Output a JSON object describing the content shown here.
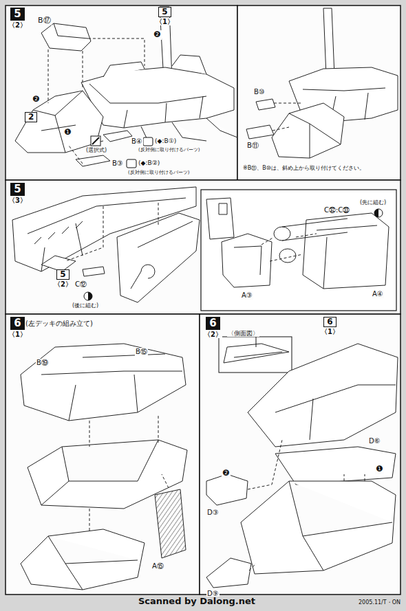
{
  "diagram": {
    "nodes": [
      {
        "text": [
          "5",
          "〈2〉"
        ]
      },
      {
        "text": [
          "5",
          "〈1〉"
        ]
      },
      {
        "text": [
          "2"
        ]
      },
      {
        "text": [
          "5",
          "〈3〉"
        ]
      },
      {
        "text": [
          "5",
          "〈2〉"
        ]
      },
      {
        "text": [
          "6",
          "〈1〉"
        ]
      },
      {
        "text": [
          "6",
          "〈2〉"
        ]
      },
      {
        "text": [
          "6",
          "〈1〉"
        ]
      }
    ],
    "labels": [
      "B⑰",
      "❷",
      "❷",
      "❶",
      "(選択式)",
      "B④",
      "(◆:B①)",
      "(反対側に取り付けるパーツ)",
      "B③",
      "(◆:B②)",
      "(反対側に取り付けるパーツ)",
      "B⑩",
      "B⑪",
      "※B⑪、B⑩は、斜め上から取り付けてください。",
      "C⑫",
      "(後に組む)",
      "(先に組む)",
      "C㉜:C㉝",
      "A③",
      "A④",
      "(左デッキの組み立て)",
      "B⑲",
      "B⑮",
      "A⑮",
      "〈側面図〉",
      "D③",
      "D⑥",
      "❶",
      "❷",
      "D⑨",
      "Scanned by Dalong.net",
      "2005.11/T・ON"
    ]
  }
}
